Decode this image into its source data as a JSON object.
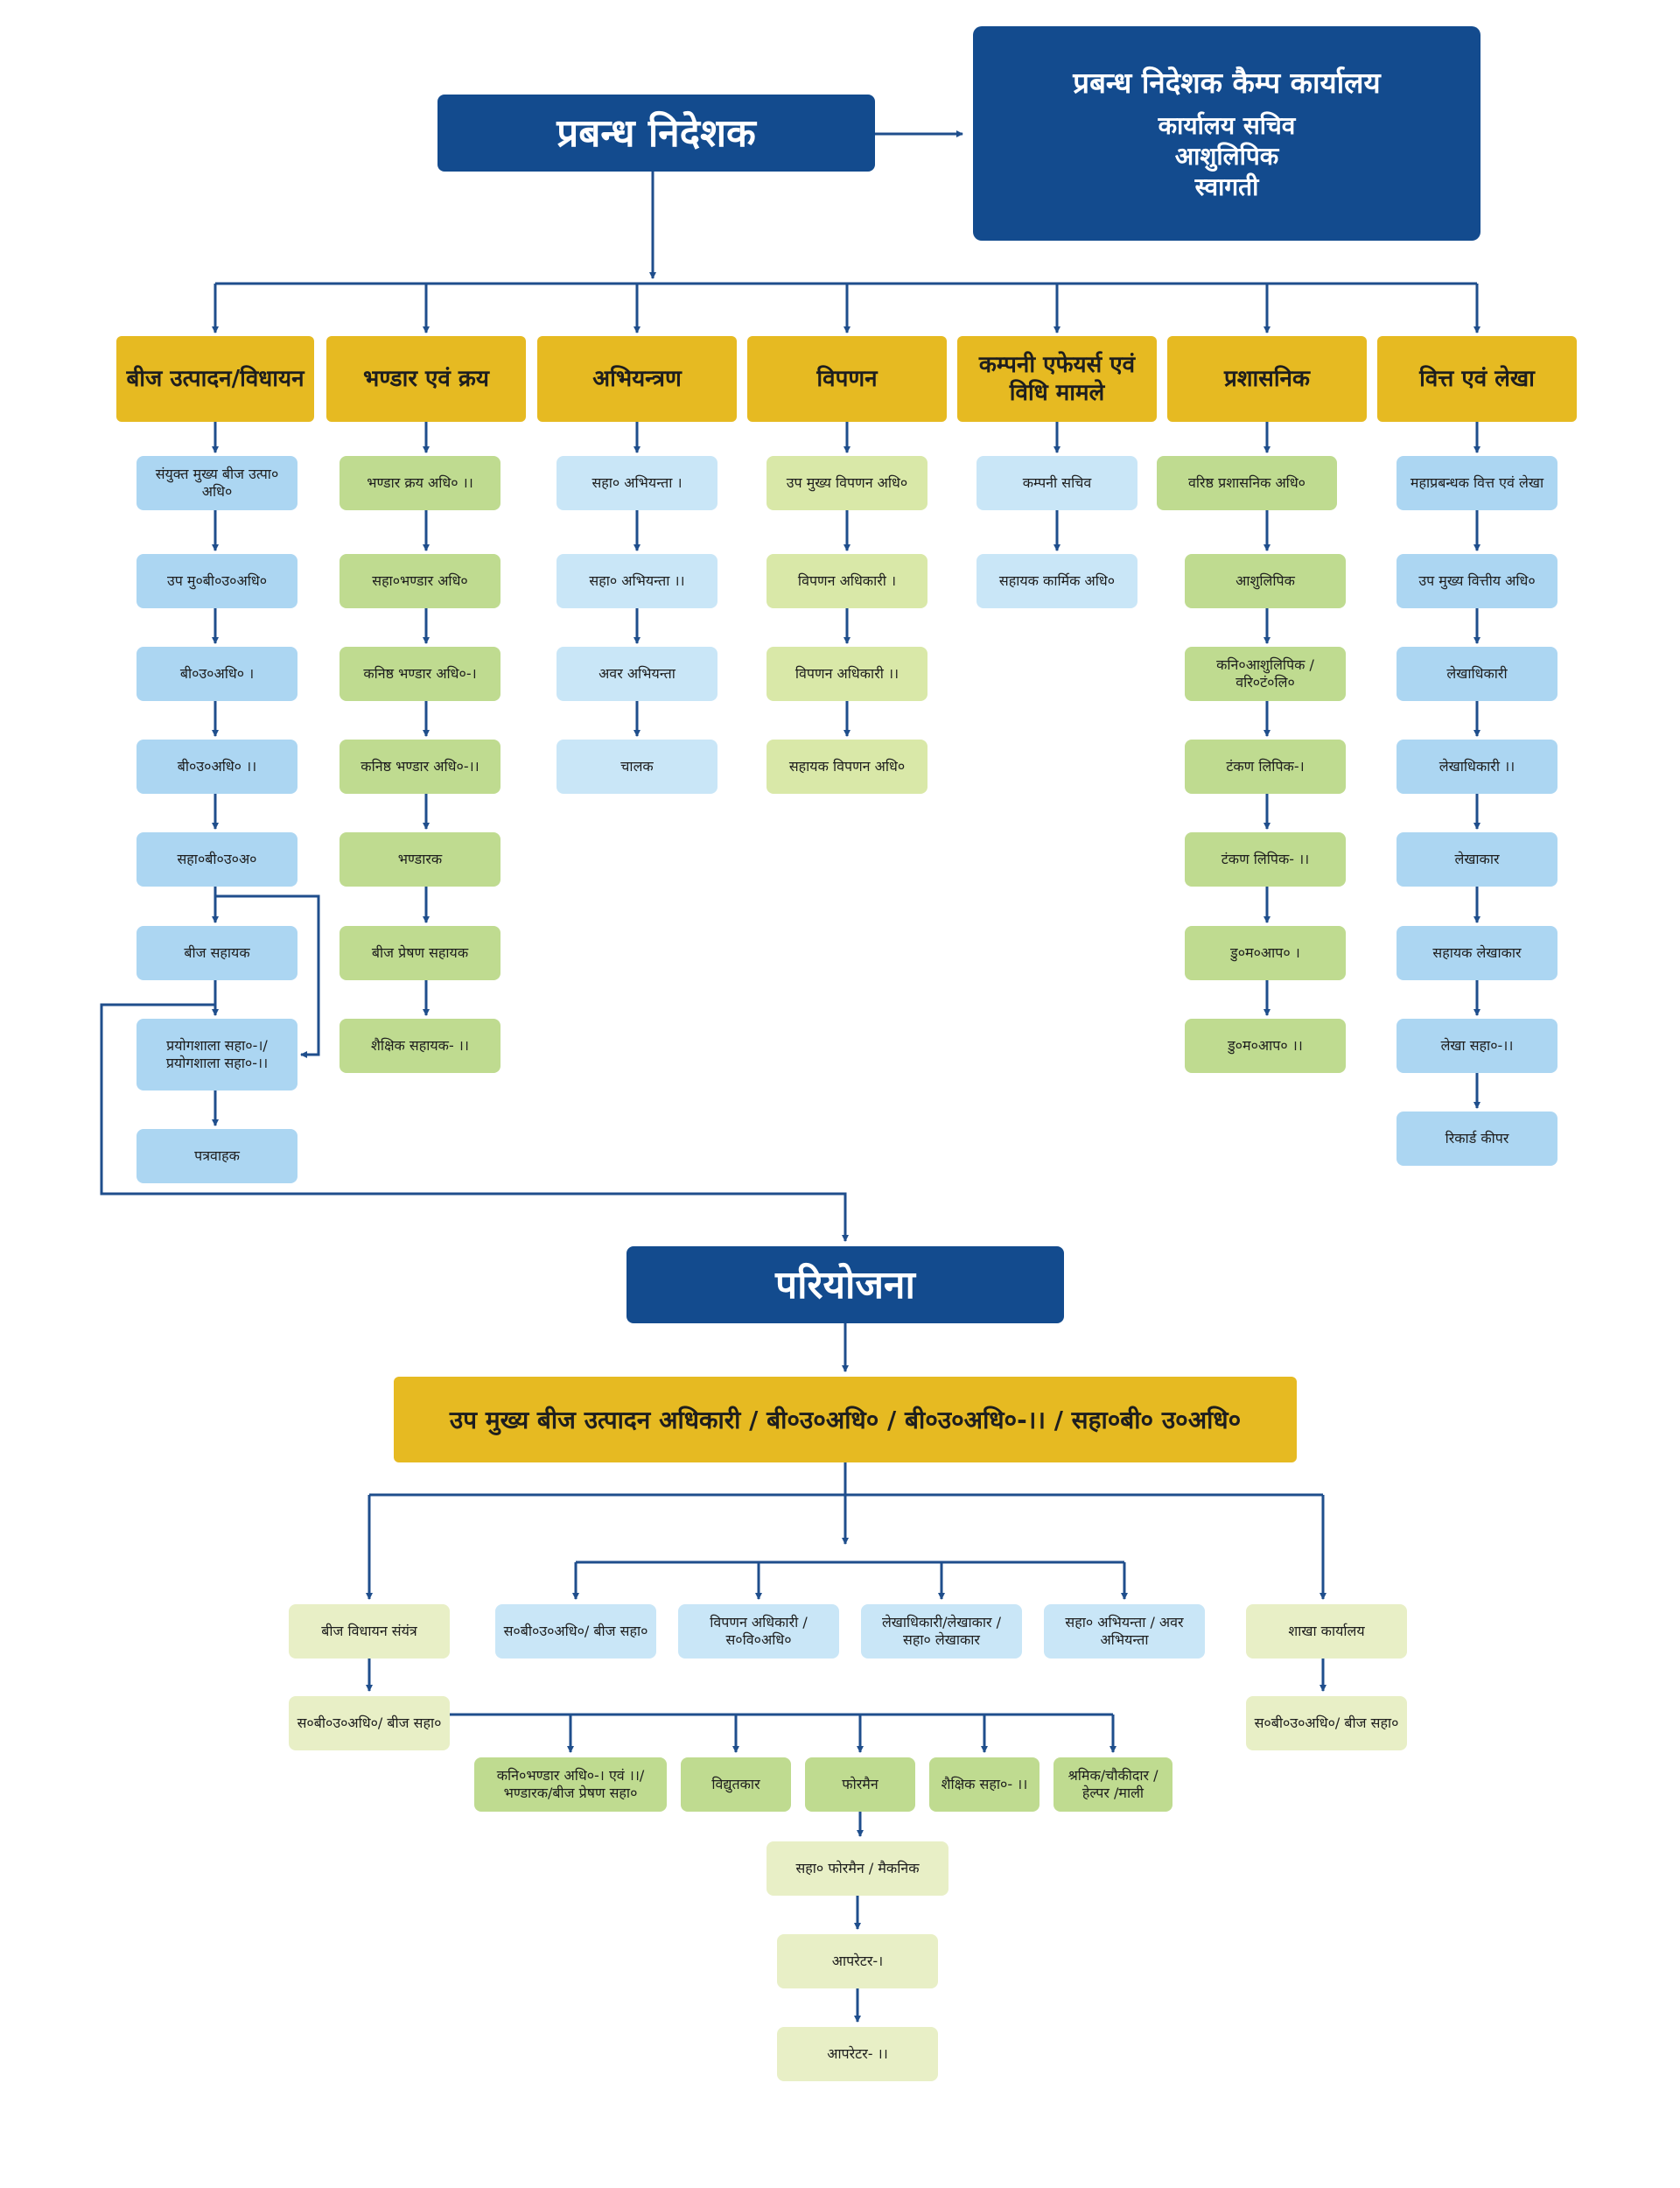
{
  "top": {
    "md": "प्रबन्ध निदेशक",
    "camp_title": "प्रबन्ध निदेशक कैम्प कार्यालय",
    "camp_items": [
      "कार्यालय सचिव",
      "आशुलिपिक",
      "स्वागती"
    ]
  },
  "departments": [
    {
      "title": "बीज उत्पादन/विधायन",
      "posts": [
        "संयुक्त मुख्य बीज उत्पा० अधि०",
        "उप मु०बी०उ०अधि०",
        "बी०उ०अधि० ।",
        "बी०उ०अधि० ।।",
        "सहा०बी०उ०अ०",
        "बीज सहायक",
        "प्रयोगशाला सहा०-।/ प्रयोगशाला सहा०-।।",
        "पत्रवाहक"
      ]
    },
    {
      "title": "भण्डार एवं क्रय",
      "posts": [
        "भण्डार क्रय अधि० ।।",
        "सहा०भण्डार अधि०",
        "कनिष्ठ भण्डार अधि०-।",
        "कनिष्ठ भण्डार अधि०-।।",
        "भण्डारक",
        "बीज प्रेषण सहायक",
        "शैक्षिक सहायक- ।।"
      ]
    },
    {
      "title": "अभियन्त्रण",
      "posts": [
        "सहा० अभियन्ता ।",
        "सहा० अभियन्ता ।।",
        "अवर अभियन्ता",
        "चालक"
      ]
    },
    {
      "title": "विपणन",
      "posts": [
        "उप मुख्य विपणन अधि०",
        "विपणन अधिकारी ।",
        "विपणन अधिकारी ।।",
        "सहायक विपणन अधि०"
      ]
    },
    {
      "title": "कम्पनी एफेयर्स एवं विधि मामले",
      "posts": [
        "कम्पनी सचिव",
        "सहायक कार्मिक अधि०"
      ]
    },
    {
      "title": "प्रशासनिक",
      "posts": [
        "वरिष्ठ प्रशासनिक अधि०",
        "आशुलिपिक",
        "कनि०आशुलिपिक / वरि०टं०लि०",
        "टंकण लिपिक-।",
        "टंकण लिपिक- ।।",
        "डु०म०आप० ।",
        "डु०म०आप० ।।"
      ]
    },
    {
      "title": "वित्त एवं लेखा",
      "posts": [
        "महाप्रबन्धक वित्त एवं लेखा",
        "उप मुख्य वित्तीय अधि०",
        "लेखाधिकारी",
        "लेखाधिकारी ।।",
        "लेखाकार",
        "सहायक लेखाकार",
        "लेखा सहा०-।।",
        "रिकार्ड कीपर"
      ]
    }
  ],
  "project": {
    "title": "परियोजना",
    "head": "उप मुख्य बीज उत्पादन अधिकारी / बी०उ०अधि० / बी०उ०अधि०-।। / सहा०बी० उ०अधि०",
    "plant": "बीज विधायन संयंत्र",
    "plant_sub": "स०बी०उ०अधि०/ बीज सहा०",
    "middle": [
      "स०बी०उ०अधि०/ बीज सहा०",
      "विपणन अधिकारी / स०वि०अधि०",
      "लेखाधिकारी/लेखाकार / सहा० लेखाकार",
      "सहा० अभियन्ता / अवर अभियन्ता"
    ],
    "branch": "शाखा कार्यालय",
    "branch_sub": "स०बी०उ०अधि०/ बीज सहा०",
    "plant_staff": [
      "कनि०भण्डार अधि०-। एवं ।।/ भण्डारक/बीज प्रेषण सहा०",
      "विद्युतकार",
      "फोरमैन",
      "शैक्षिक सहा०- ।।",
      "श्रमिक/चौकीदार / हेल्पर /माली"
    ],
    "foreman_chain": [
      "सहा० फोरमैन / मैकनिक",
      "आपरेटर-।",
      "आपरेटर- ।।"
    ]
  },
  "colors": {
    "navy": "#134b8e",
    "gold": "#e6ba22",
    "line": "#1f4e8c",
    "blue_box": "#acd6f2",
    "green_box": "#bfdb90",
    "pale_box": "#e8efc6"
  }
}
